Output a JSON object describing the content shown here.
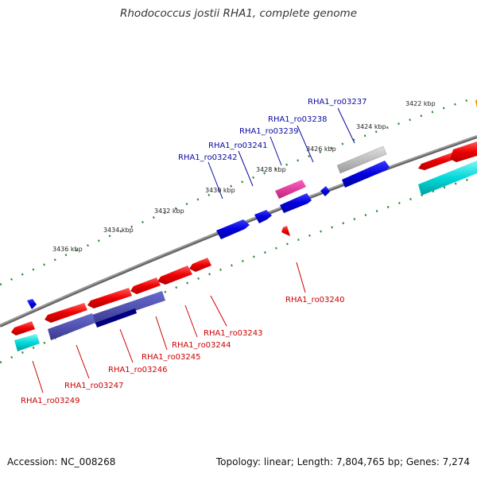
{
  "title": "Rhodococcus jostii RHA1, complete genome",
  "footer": {
    "accession": "Accession: NC_008268",
    "summary": "Topology: linear; Length: 7,804,765 bp; Genes: 7,274"
  },
  "colors": {
    "backbone": "#777777",
    "forward_tick": "#2e8b2e",
    "reverse_gene": "#ee0000",
    "forward_gene": "#0000dd",
    "rRNA_like": "#00d8d8",
    "pseudogene": "#aaaaaa",
    "misc": "#dd2a90",
    "forward_label": "#0a0aa0",
    "reverse_label": "#cc0000"
  },
  "scale_labels": [
    "3422 kbp",
    "3424 kbp",
    "3426 kbp",
    "3428 kbp",
    "3430 kbp",
    "3432 kbp",
    "3434 kbp",
    "3436 kbp"
  ],
  "forward_genes": [
    {
      "label": "RHA1_ro03237"
    },
    {
      "label": "RHA1_ro03238"
    },
    {
      "label": "RHA1_ro03239"
    },
    {
      "label": "RHA1_ro03241"
    },
    {
      "label": "RHA1_ro03242"
    }
  ],
  "reverse_genes": [
    {
      "label": "RHA1_ro03240"
    },
    {
      "label": "RHA1_ro03243"
    },
    {
      "label": "RHA1_ro03244"
    },
    {
      "label": "RHA1_ro03245"
    },
    {
      "label": "RHA1_ro03246"
    },
    {
      "label": "RHA1_ro03247"
    },
    {
      "label": "RHA1_ro03249"
    }
  ]
}
